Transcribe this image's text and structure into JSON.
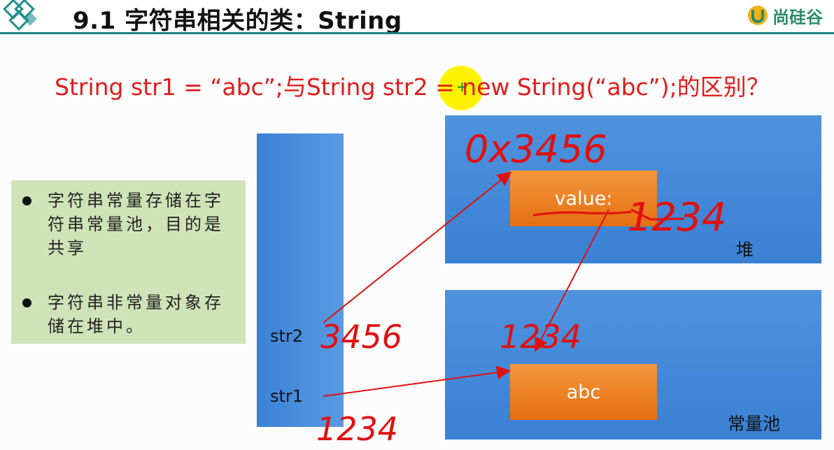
{
  "header": {
    "title": "9.1 字符串相关的类：String",
    "brand": "尚硅谷"
  },
  "question": "String str1  = “abc”;与String str2 = new String(“abc”);的区别？",
  "notes": [
    "字符串常量存储在字符串常量池，目的是共享",
    "字符串非常量对象存储在堆中。"
  ],
  "stack": {
    "var_str2": "str2",
    "var_str1": "str1"
  },
  "heap": {
    "value_label": "value:",
    "area_label": "堆"
  },
  "pool": {
    "value_label": "abc",
    "area_label": "常量池"
  },
  "handwriting": {
    "heap_address": "0x3456",
    "value_address": "1234",
    "str2_address": "3456",
    "pool_address": "1234",
    "str1_address": "1234"
  },
  "colors": {
    "header_line": "#1f7f7f",
    "question_text": "#e01b1b",
    "notes_bg": "#cfe3b8",
    "memory_blue": "#4a8edb",
    "value_orange": "#f08428",
    "ink": "#e01010"
  }
}
